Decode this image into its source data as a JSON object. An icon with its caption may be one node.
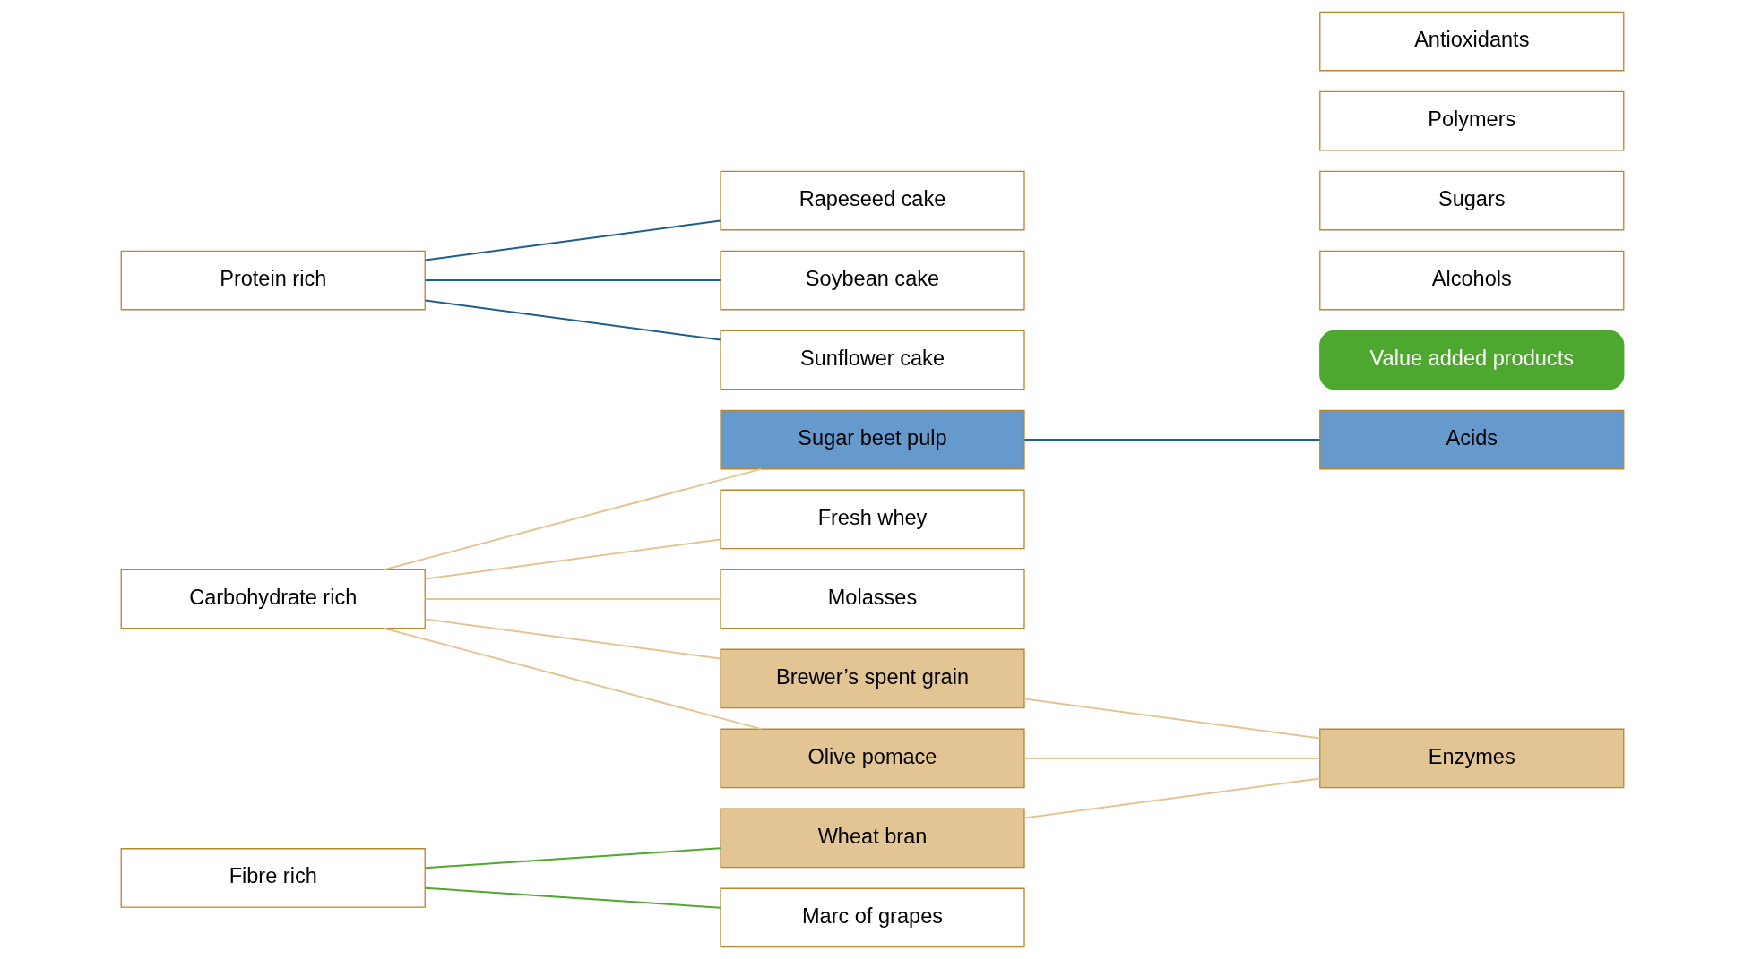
{
  "diagram": {
    "nodes": [
      {
        "text": [
          "Carbohydrate rich"
        ]
      },
      {
        "text": [
          "Protein rich"
        ]
      },
      {
        "text": [
          "Fibre rich"
        ]
      },
      {
        "text": [
          "Sugar beet pulp"
        ]
      },
      {
        "text": [
          "Fresh whey"
        ]
      },
      {
        "text": [
          "Rapeseed cake"
        ]
      },
      {
        "text": [
          "Soybean cake"
        ]
      },
      {
        "text": [
          "Wheat bran"
        ]
      },
      {
        "text": [
          "Molasses"
        ]
      },
      {
        "text": [
          "Marc of grapes"
        ]
      },
      {
        "text": [
          "Brewer’s spent grain"
        ]
      },
      {
        "text": [
          "Olive pomace"
        ]
      },
      {
        "text": [
          "Sunflower cake"
        ]
      },
      {
        "text": [
          "Value added products"
        ]
      },
      {
        "text": [
          "Enzymes"
        ]
      },
      {
        "text": [
          "Alcohols"
        ]
      },
      {
        "text": [
          "Sugars"
        ]
      },
      {
        "text": [
          "Acids"
        ]
      },
      {
        "text": [
          "Polymers"
        ]
      },
      {
        "text": [
          "Antioxidants"
        ]
      }
    ],
    "edges": [
      {
        "from": 0,
        "to": 3,
        "arrow": "none"
      },
      {
        "from": 0,
        "to": 4,
        "arrow": "none"
      },
      {
        "from": 0,
        "to": 8,
        "arrow": "none"
      },
      {
        "from": 0,
        "to": 10,
        "arrow": "none"
      },
      {
        "from": 0,
        "to": 11,
        "arrow": "none"
      },
      {
        "from": 1,
        "to": 5,
        "arrow": "none",
        "color": "#1f5f8b"
      },
      {
        "from": 1,
        "to": 6,
        "arrow": "none",
        "color": "#1f5f8b"
      },
      {
        "from": 1,
        "to": 12,
        "arrow": "none",
        "color": "#1f5f8b"
      },
      {
        "from": 2,
        "to": 7,
        "arrow": "none",
        "color": "#4ea72e"
      },
      {
        "from": 2,
        "to": 9,
        "arrow": "none",
        "color": "#4ea72e"
      },
      {
        "from": 3,
        "to": 17,
        "arrow": "none",
        "color": "#1f5f8b"
      },
      {
        "from": 7,
        "to": 14,
        "arrow": "none"
      },
      {
        "from": 10,
        "to": 14,
        "arrow": "none"
      },
      {
        "from": 11,
        "to": 14,
        "arrow": "none"
      }
    ]
  }
}
